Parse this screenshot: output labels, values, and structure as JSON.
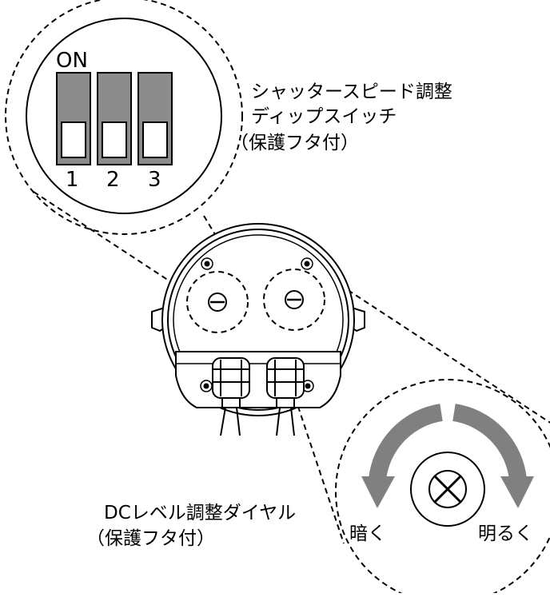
{
  "dip_switch": {
    "on_label": "ON",
    "switch_numbers": [
      "1",
      "2",
      "3"
    ],
    "caption_line1": "シャッタースピード調整",
    "caption_line2": "ディップスイッチ",
    "caption_line3": "（保護フタ付）"
  },
  "dc_level": {
    "caption_line1": "DCレベル調整ダイヤル",
    "caption_line2": "（保護フタ付）",
    "left_label": "暗く",
    "right_label": "明るく"
  },
  "colors": {
    "switch_gray": "#8c8c8c",
    "arrow_gray": "#808080",
    "line": "#000000"
  },
  "icons": {
    "dial": "dial-cross-icon",
    "screw": "slotted-screw-icon"
  }
}
